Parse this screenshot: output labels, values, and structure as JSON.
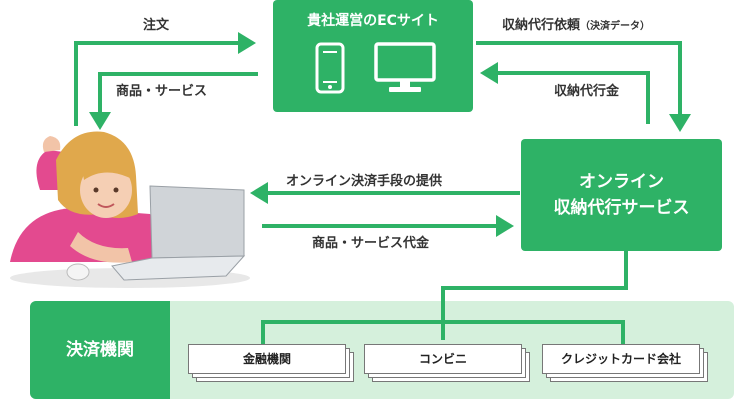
{
  "nodes": {
    "ec_site": "貴社運営のECサイト",
    "service_line1": "オンライン",
    "service_line2": "収納代行サービス",
    "settlement": "決済機関",
    "institutions": [
      "金融機関",
      "コンビニ",
      "クレジットカード会社"
    ]
  },
  "edges": {
    "order": "注文",
    "goods": "商品・サービス",
    "collection_request": "収納代行依頼",
    "collection_request_note": "（決済データ）",
    "collection_payment": "収納代行金",
    "provide_payment": "オンライン決済手段の提供",
    "goods_payment": "商品・サービス代金"
  },
  "colors": {
    "accent": "#2eb266",
    "panel_light": "#d5f0dc"
  }
}
